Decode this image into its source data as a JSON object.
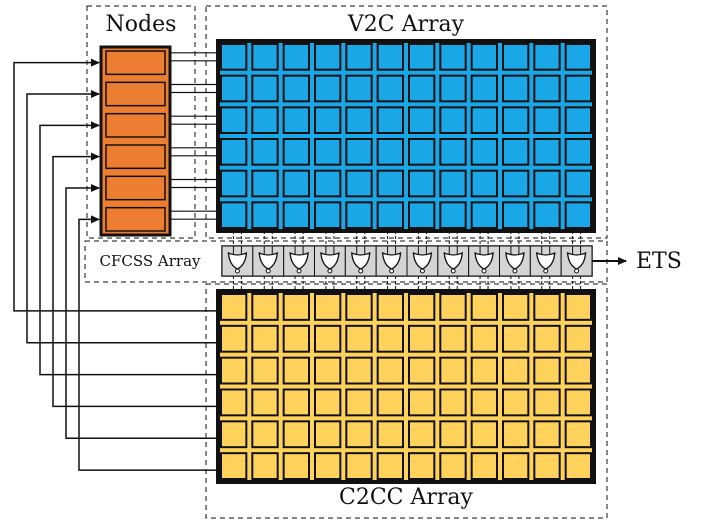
{
  "labels": {
    "nodes": "Nodes",
    "v2c_array": "V2C Array",
    "cfcss_array": "CFCSS Array",
    "c2cc_array": "C2CC Array",
    "output": "ETS"
  },
  "structure": {
    "node_count": 6,
    "v2c_rows": 6,
    "v2c_cols": 12,
    "cfcss_units": 12,
    "c2cc_rows": 6,
    "c2cc_cols": 12
  },
  "colors": {
    "node_fill": "#ED7D31",
    "v2c_fill": "#1AA7E8",
    "c2cc_fill": "#FFD25C",
    "cfcss_fill": "#D4D4D4",
    "stroke": "#111111"
  },
  "icons": {
    "cfcss_unit": "logic-gate-icon"
  }
}
